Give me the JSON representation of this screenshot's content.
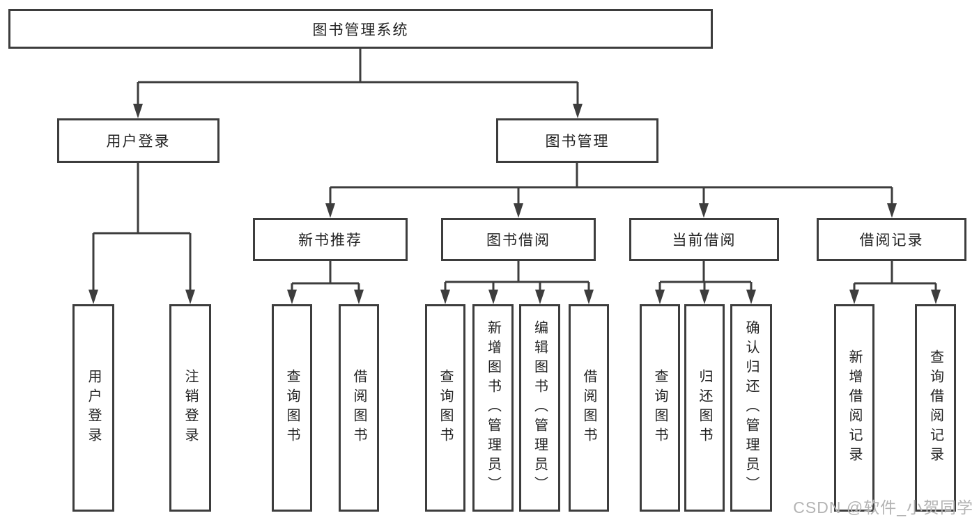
{
  "tree": {
    "root": {
      "label": "图书管理系统"
    },
    "branches": [
      {
        "label": "用户登录",
        "children": [
          {
            "label": "用户登录"
          },
          {
            "label": "注销登录"
          }
        ]
      },
      {
        "label": "图书管理",
        "groups": [
          {
            "label": "新书推荐",
            "children": [
              {
                "label": "查询图书"
              },
              {
                "label": "借阅图书"
              }
            ]
          },
          {
            "label": "图书借阅",
            "children": [
              {
                "label": "查询图书"
              },
              {
                "label": "新增图书（管理员）"
              },
              {
                "label": "编辑图书（管理员）"
              },
              {
                "label": "借阅图书"
              }
            ]
          },
          {
            "label": "当前借阅",
            "children": [
              {
                "label": "查询图书"
              },
              {
                "label": "归还图书"
              },
              {
                "label": "确认归还（管理员）"
              }
            ]
          },
          {
            "label": "借阅记录",
            "children": [
              {
                "label": "新增借阅记录"
              },
              {
                "label": "查询借阅记录"
              }
            ]
          }
        ]
      }
    ]
  },
  "watermark": {
    "text": "CSDN @软件_小贺同学"
  },
  "colors": {
    "line": "#3d3d3d",
    "border": "#3d3d3d",
    "text": "#232323",
    "watermark": "#b3b3b3",
    "background": "#ffffff"
  }
}
